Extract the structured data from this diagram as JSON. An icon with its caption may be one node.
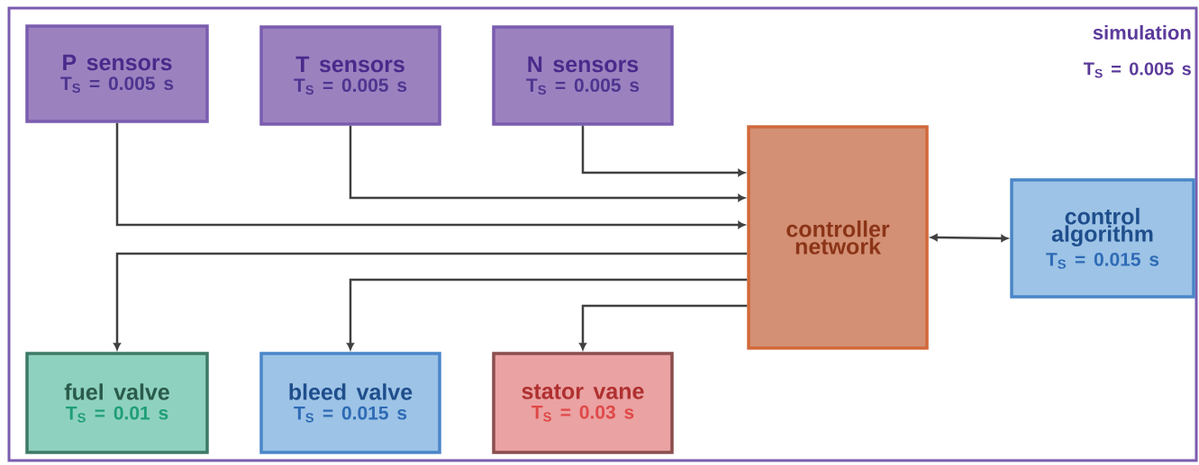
{
  "diagram": {
    "nodes": [
      {
        "text": [
          "simulation",
          "T$_{S}$ = 0.005 s"
        ]
      },
      {
        "text": [
          "P sensors",
          "T$_{S}$ = 0.005 s"
        ],
        "in": 0
      },
      {
        "text": [
          "T sensors",
          "T$_{S}$ = 0.005 s"
        ],
        "in": 0
      },
      {
        "text": [
          "N sensors",
          "T$_{S}$ = 0.005 s"
        ],
        "in": 0
      },
      {
        "text": [
          "controller network"
        ],
        "in": 0
      },
      {
        "text": [
          "control algorithm",
          "T$_{S}$ = 0.015 s"
        ],
        "in": 0
      },
      {
        "text": [
          "fuel valve",
          "T$_{S}$ = 0.01 s"
        ],
        "in": 0
      },
      {
        "text": [
          "bleed valve",
          "T$_{S}$ = 0.015 s"
        ],
        "in": 0
      },
      {
        "text": [
          "stator vane",
          "T$_{S}$ = 0.03 s"
        ],
        "in": 0
      }
    ],
    "edges": [
      {
        "from": 3,
        "to": 4,
        "arrow": "to"
      },
      {
        "from": 2,
        "to": 4,
        "arrow": "to"
      },
      {
        "from": 1,
        "to": 4,
        "arrow": "to"
      },
      {
        "from": 4,
        "to": 5,
        "arrow": "both"
      },
      {
        "from": 4,
        "to": 6,
        "arrow": "to"
      },
      {
        "from": 4,
        "to": 7,
        "arrow": "to"
      },
      {
        "from": 4,
        "to": 8,
        "arrow": "to"
      }
    ]
  }
}
